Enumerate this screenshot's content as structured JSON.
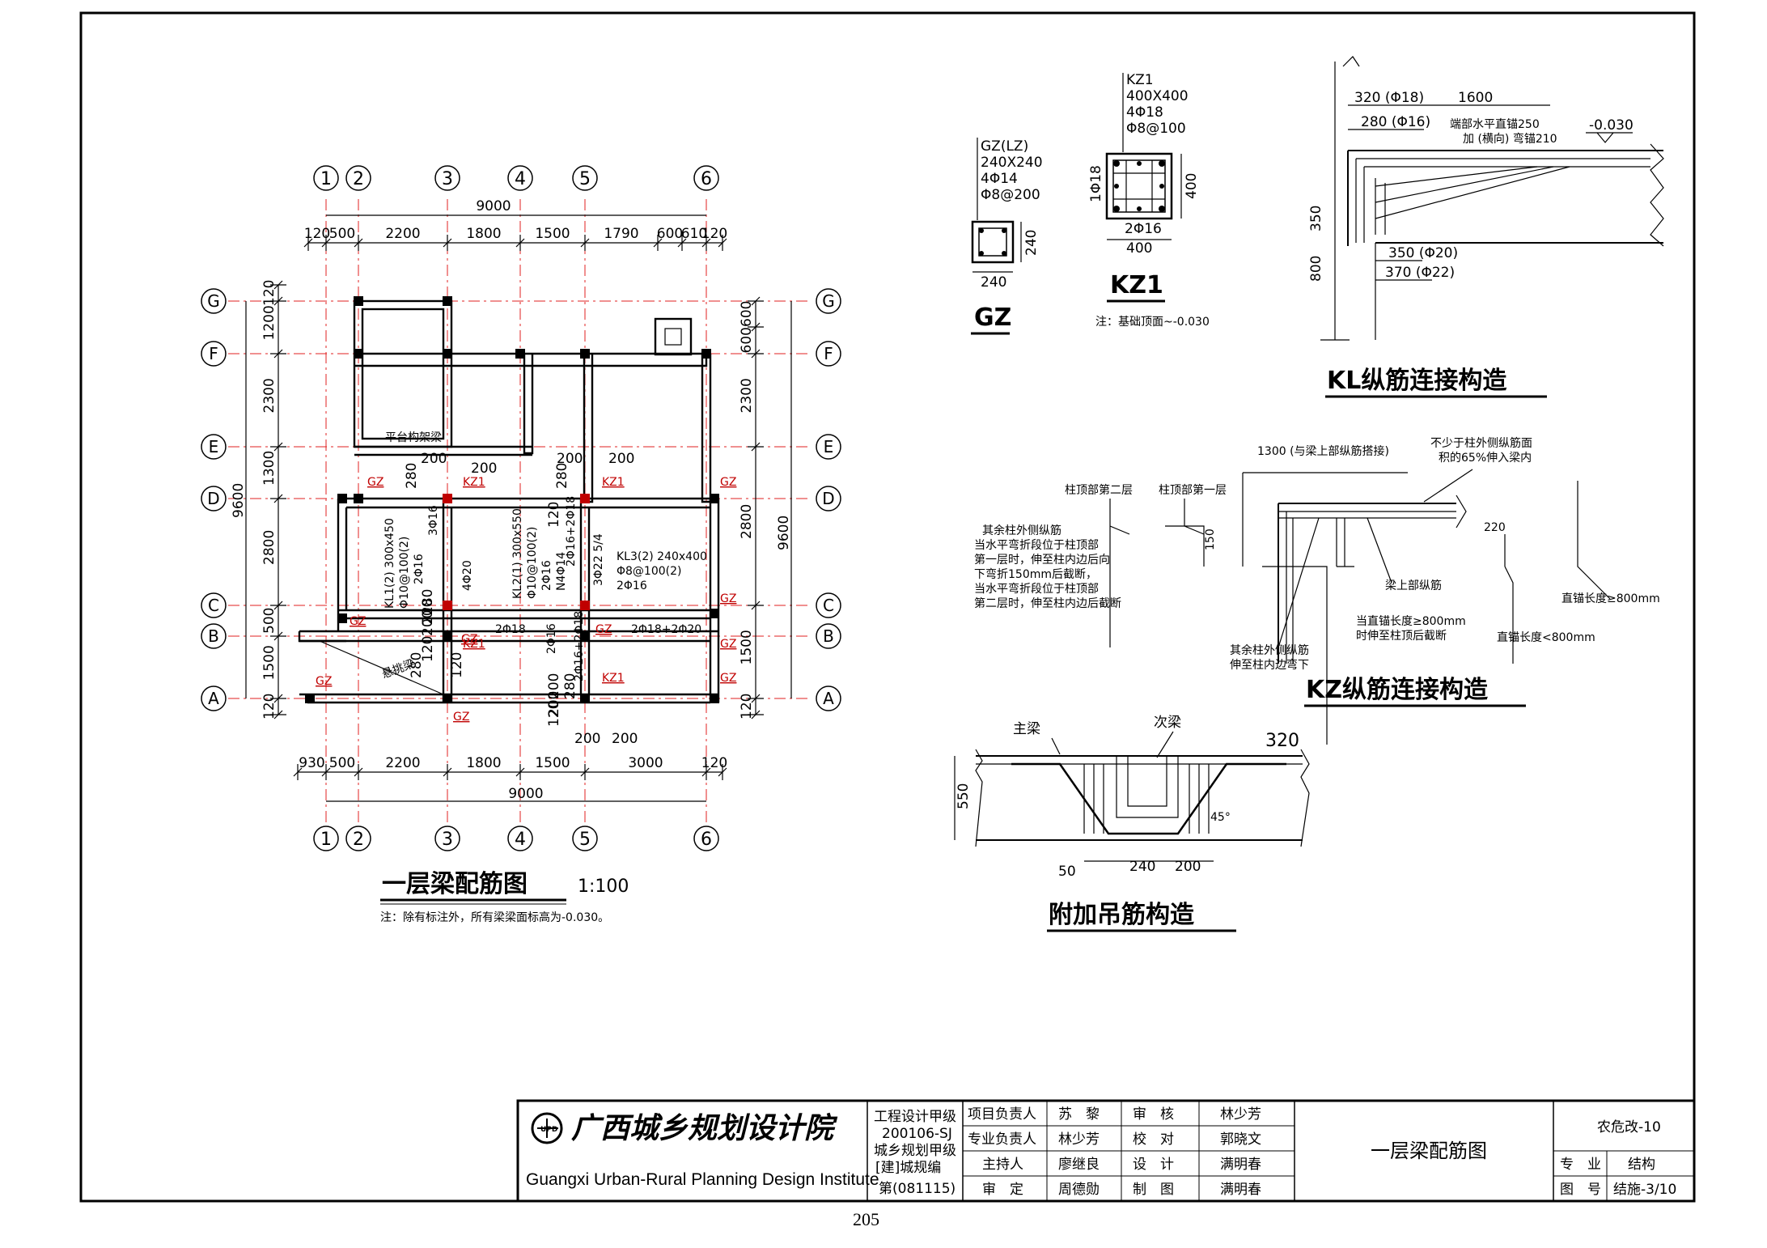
{
  "plan": {
    "axes_x": [
      "1",
      "2",
      "3",
      "4",
      "5",
      "6"
    ],
    "axes_y": [
      "G",
      "F",
      "E",
      "D",
      "C",
      "B",
      "A"
    ],
    "top_total": "9000",
    "top_dims": [
      "120",
      "500",
      "2200",
      "1800",
      "1500",
      "1790",
      "600",
      "610",
      "120"
    ],
    "bottom_total": "9000",
    "bottom_dims": [
      "930",
      "500",
      "2200",
      "1800",
      "1500",
      "3000",
      "120"
    ],
    "left_total": "9600",
    "left_dims": [
      "120",
      "1200",
      "2300",
      "1300",
      "2800",
      "500",
      "1500",
      "120"
    ],
    "right_total": "9600",
    "right_dims": [
      "600",
      "600",
      "2300",
      "2800",
      "1500",
      "120"
    ],
    "beam_labels": {
      "kl1": [
        "KL1(2) 300x450",
        "Φ10@100(2)",
        "2Φ16"
      ],
      "kl2": [
        "KL2(1) 300x550",
        "Φ10@100(2)",
        "2Φ16",
        "N4Φ14"
      ],
      "kl3": [
        "KL3(2) 240x400",
        "Φ8@100(2)",
        "2Φ16"
      ],
      "bars": [
        "3Φ16",
        "4Φ20",
        "2Φ16+2Φ18",
        "3Φ22 5/4",
        "2Φ18",
        "2Φ16",
        "2Φ16+2Φ18",
        "2Φ18+2Φ20",
        "2Φ16"
      ],
      "col_tags": [
        "GZ",
        "KZ1",
        "KZ1",
        "GZ",
        "GZ",
        "GZ",
        "GZ",
        "GZ",
        "KZ1",
        "GZ",
        "KZ1",
        "GZ",
        "GZ",
        "GZ"
      ],
      "offsets": [
        "200",
        "200",
        "200",
        "200",
        "280",
        "280",
        "120",
        "200",
        "200",
        "280",
        "120",
        "200",
        "200",
        "280",
        "120",
        "280",
        "120",
        "200",
        "200"
      ],
      "notes": [
        "平台构架梁",
        "悬挑梁"
      ]
    },
    "title": "一层梁配筋图",
    "scale": "1:100",
    "note": "注：除有标注外，所有梁梁面标高为-0.030。"
  },
  "gz": {
    "spec": [
      "GZ(LZ)",
      "240X240",
      "4Φ14",
      "Φ8@200"
    ],
    "dims": [
      "240",
      "240"
    ],
    "label": "GZ"
  },
  "kz1": {
    "spec": [
      "KZ1",
      "400X400",
      "4Φ18",
      "Φ8@100"
    ],
    "dims": [
      "1Φ18",
      "2Φ16",
      "400",
      "400"
    ],
    "label": "KZ1",
    "note": "注：基础顶面~-0.030"
  },
  "kl_detail": {
    "dims": [
      "320 (Φ18)",
      "1600",
      "280 (Φ16)",
      "350",
      "800",
      "350 (Φ20)",
      "370 (Φ22)"
    ],
    "notes": [
      "端部水平直锚250",
      "加 (横向) 弯锚210"
    ],
    "elev": "-0.030",
    "title": "KL纵筋连接构造"
  },
  "kz_detail": {
    "notes": [
      "柱顶部第二层",
      "柱顶部第一层",
      "1300 (与梁上部纵筋搭接)",
      "不少于柱外侧纵筋面",
      "积的65%伸入梁内",
      "其余柱外侧纵筋",
      "当水平弯折段位于柱顶部",
      "第一层时，伸至柱内边后向",
      "下弯折150mm后截断，",
      "当水平弯折段位于柱顶部",
      "第二层时，伸至柱内边后截断",
      "梁上部纵筋",
      "当直锚长度≥800mm",
      "时伸至柱顶后截断",
      "其余柱外侧纵筋",
      "伸至柱内边弯下",
      "直锚长度<800mm",
      "直锚长度≥800mm"
    ],
    "dims": [
      "150",
      "220"
    ],
    "title": "KZ纵筋连接构造"
  },
  "hanger": {
    "labels": [
      "主梁",
      "次梁"
    ],
    "dims": [
      "320",
      "550",
      "50",
      "240",
      "200"
    ],
    "angle": "45°",
    "title": "附加吊筋构造"
  },
  "title_block": {
    "company_cn": "广西城乡规划设计院",
    "company_en": "Guangxi Urban-Rural Planning Design Institute",
    "cert": [
      "工程设计甲级",
      "200106-SJ",
      "城乡规划甲级",
      "[建]城规编",
      "第(081115)"
    ],
    "roles": [
      "项目负责人",
      "专业负责人",
      "主持人",
      "审　定"
    ],
    "names1": [
      "苏　黎",
      "林少芳",
      "廖继良",
      "周德勋"
    ],
    "roles2": [
      "审　核",
      "校　对",
      "设　计",
      "制　图"
    ],
    "names2": [
      "林少芳",
      "郭晓文",
      "满明春",
      "满明春"
    ],
    "drawing_title": "一层梁配筋图",
    "project": "农危改-10",
    "discipline_label": "专　业",
    "discipline": "结构",
    "number_label": "图　号",
    "number": "结施-3/10"
  },
  "page_number": "205"
}
